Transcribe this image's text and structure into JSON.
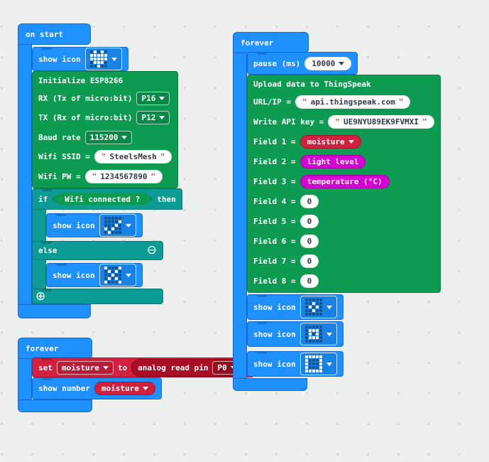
{
  "palette": {
    "blue": "#1E90FF",
    "blue_dark": "#1569C8",
    "green": "#0C9B51",
    "green_dark": "#0B7A40",
    "teal": "#0D9B95",
    "teal_dark": "#0A7872",
    "crimson": "#D2203F",
    "crimson_dark": "#A51430",
    "pin_red": "#A80F26",
    "pin_red_dark": "#7D0A1C",
    "magenta": "#D400D4",
    "magenta_dark": "#A800A8",
    "text_dark": "#323A45",
    "quote": "#B0524A"
  },
  "workspace": {
    "on_start": {
      "label": "on start",
      "show_icon": {
        "label": "show icon",
        "icon_name": "heart"
      },
      "init": {
        "title": "Initialize ESP8266",
        "rx_label": "RX (Tx of micro:bit)",
        "rx_value": "P16",
        "tx_label": "TX (Rx of micro:bit)",
        "tx_value": "P12",
        "baud_label": "Baud rate",
        "baud_value": "115200",
        "ssid_label": "Wifi SSID =",
        "ssid_value": "SteelsMesh",
        "pw_label": "Wifi PW =",
        "pw_value": "1234567890"
      },
      "if_block": {
        "if_label": "if",
        "condition": "Wifi connected ?",
        "then_label": "then",
        "else_label": "else",
        "then_icon": {
          "label": "show icon",
          "icon_name": "yes"
        },
        "else_icon": {
          "label": "show icon",
          "icon_name": "no"
        },
        "minus_glyph": "⊖",
        "plus_glyph": "⊕"
      }
    },
    "forever_left": {
      "label": "forever",
      "set_block": {
        "set_label": "set",
        "variable": "moisture",
        "to_label": "to",
        "reporter_label": "analog read pin",
        "pin": "P0"
      },
      "show_number": {
        "label": "show number",
        "variable": "moisture"
      }
    },
    "forever_right": {
      "label": "forever",
      "pause": {
        "label": "pause (ms)",
        "value": "10000"
      },
      "upload": {
        "title": "Upload data to ThingSpeak",
        "url_label": "URL/IP =",
        "url_value": "api.thingspeak.com",
        "key_label": "Write API key =",
        "key_value": "UE9NYU89EK9FVMXI",
        "fields": [
          {
            "label": "Field 1 =",
            "value": "moisture"
          },
          {
            "label": "Field 2 =",
            "value": "light level"
          },
          {
            "label": "Field 3 =",
            "value": "temperature (°C)"
          },
          {
            "label": "Field 4 =",
            "value": "0"
          },
          {
            "label": "Field 5 =",
            "value": "0"
          },
          {
            "label": "Field 6 =",
            "value": "0"
          },
          {
            "label": "Field 7 =",
            "value": "0"
          },
          {
            "label": "Field 8 =",
            "value": "0"
          }
        ]
      },
      "icons_row": [
        {
          "label": "show icon",
          "icon_name": "small_diamond"
        },
        {
          "label": "show icon",
          "icon_name": "small_square"
        },
        {
          "label": "show icon",
          "icon_name": "square"
        }
      ]
    },
    "icon_patterns": {
      "heart": [
        "01010",
        "11111",
        "11111",
        "01110",
        "00100"
      ],
      "yes": [
        "00000",
        "00001",
        "00010",
        "10100",
        "01000"
      ],
      "no": [
        "10001",
        "01010",
        "00100",
        "01010",
        "10001"
      ],
      "small_diamond": [
        "00000",
        "00100",
        "01010",
        "00100",
        "00000"
      ],
      "small_square": [
        "00000",
        "01110",
        "01010",
        "01110",
        "00000"
      ],
      "square": [
        "11111",
        "10001",
        "10001",
        "10001",
        "11111"
      ]
    }
  }
}
